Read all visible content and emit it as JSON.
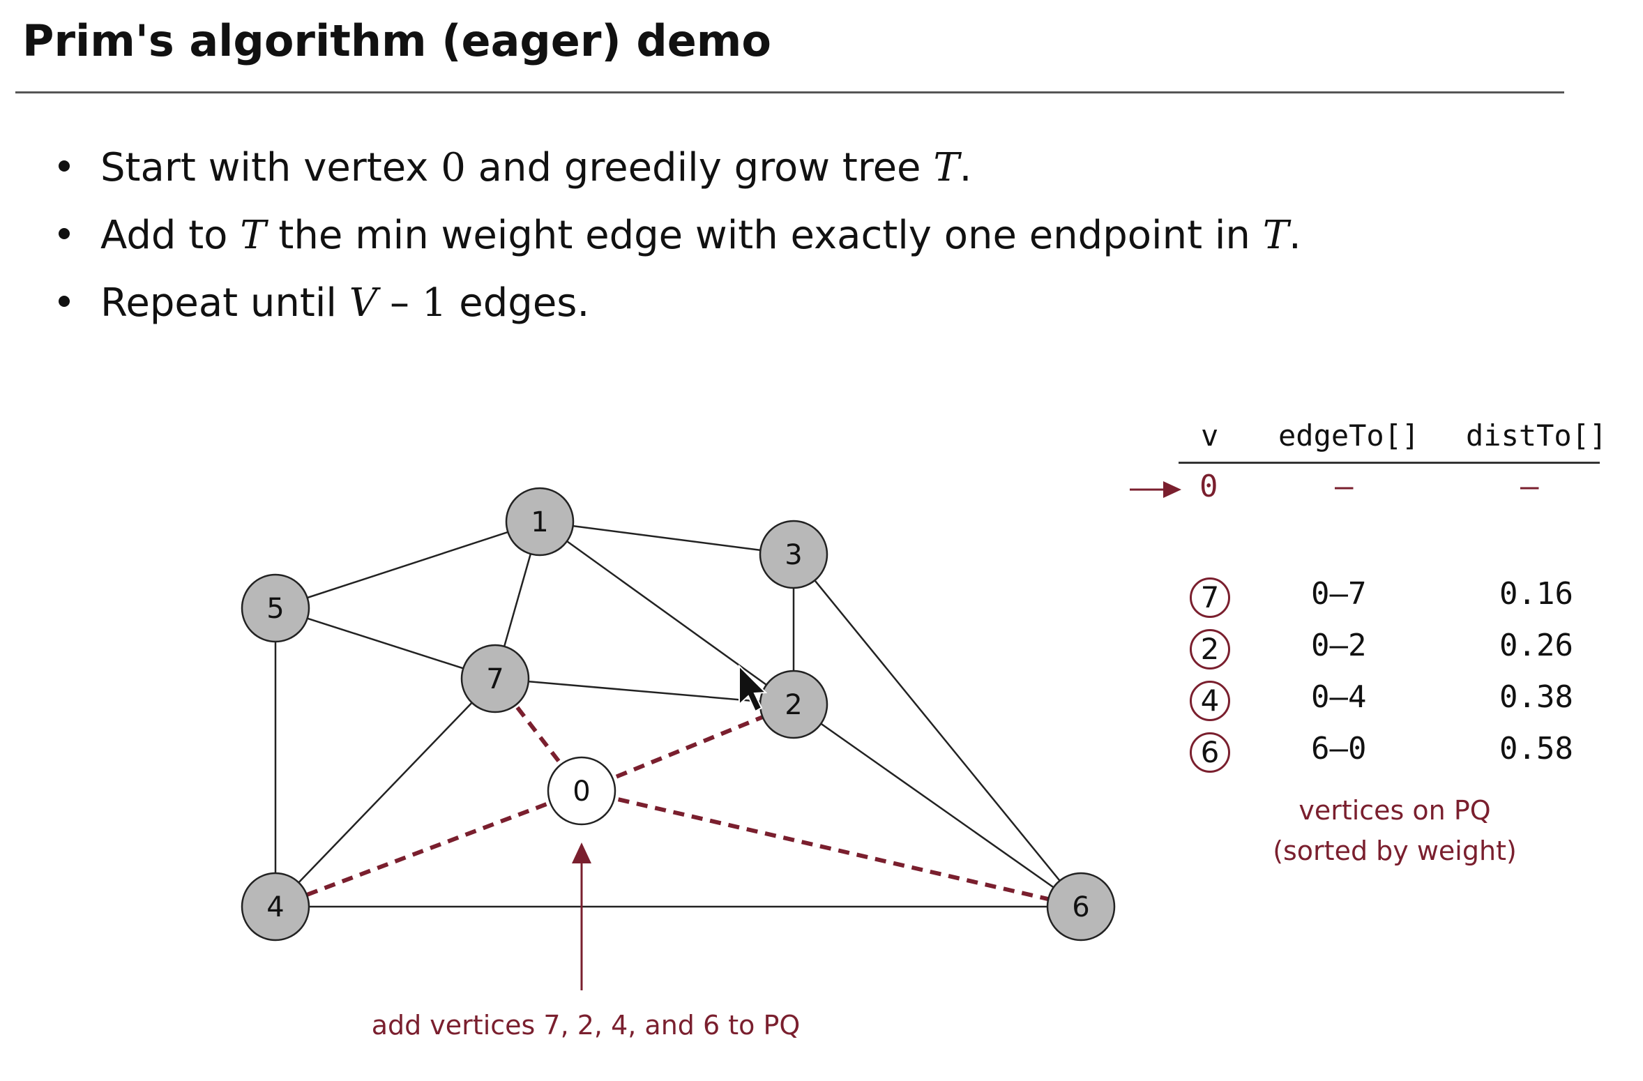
{
  "title": "Prim's algorithm (eager) demo",
  "bullets": [
    {
      "before": "Start with vertex ",
      "m1": "0",
      "mid": " and greedily grow tree ",
      "m2": "T",
      "after": "."
    },
    {
      "before": "Add to ",
      "m1": "T",
      "mid": " the min weight edge with exactly one endpoint in ",
      "m2": "T",
      "after": "."
    },
    {
      "before": "Repeat until ",
      "m1": "V",
      "mid": " – ",
      "m2": "1",
      "after": " edges."
    }
  ],
  "graph": {
    "vertices": [
      {
        "id": "0",
        "label": "0",
        "state": "current"
      },
      {
        "id": "1",
        "label": "1",
        "state": "unvisited"
      },
      {
        "id": "2",
        "label": "2",
        "state": "unvisited"
      },
      {
        "id": "3",
        "label": "3",
        "state": "unvisited"
      },
      {
        "id": "4",
        "label": "4",
        "state": "unvisited"
      },
      {
        "id": "5",
        "label": "5",
        "state": "unvisited"
      },
      {
        "id": "6",
        "label": "6",
        "state": "unvisited"
      },
      {
        "id": "7",
        "label": "7",
        "state": "unvisited"
      }
    ],
    "edges": [
      {
        "from": "5",
        "to": "1",
        "style": "solid"
      },
      {
        "from": "1",
        "to": "3",
        "style": "solid"
      },
      {
        "from": "1",
        "to": "7",
        "style": "solid"
      },
      {
        "from": "1",
        "to": "2",
        "style": "solid"
      },
      {
        "from": "5",
        "to": "7",
        "style": "solid"
      },
      {
        "from": "5",
        "to": "4",
        "style": "solid"
      },
      {
        "from": "3",
        "to": "2",
        "style": "solid"
      },
      {
        "from": "3",
        "to": "6",
        "style": "solid"
      },
      {
        "from": "7",
        "to": "2",
        "style": "solid"
      },
      {
        "from": "7",
        "to": "4",
        "style": "solid"
      },
      {
        "from": "2",
        "to": "6",
        "style": "solid"
      },
      {
        "from": "4",
        "to": "6",
        "style": "solid"
      },
      {
        "from": "0",
        "to": "7",
        "style": "dashed"
      },
      {
        "from": "0",
        "to": "2",
        "style": "dashed"
      },
      {
        "from": "0",
        "to": "4",
        "style": "dashed"
      },
      {
        "from": "0",
        "to": "6",
        "style": "dashed"
      }
    ],
    "annotation": "add vertices 7, 2, 4, and 6 to PQ"
  },
  "table": {
    "headers": [
      "v",
      "edgeTo[]",
      "distTo[]"
    ],
    "current_row": {
      "v": "0",
      "edgeTo": "–",
      "distTo": "–"
    },
    "pq_rows": [
      {
        "v": "7",
        "edgeTo": "0–7",
        "distTo": "0.16"
      },
      {
        "v": "2",
        "edgeTo": "0–2",
        "distTo": "0.26"
      },
      {
        "v": "4",
        "edgeTo": "0–4",
        "distTo": "0.38"
      },
      {
        "v": "6",
        "edgeTo": "6–0",
        "distTo": "0.58"
      }
    ],
    "pq_note_line1": "vertices on PQ",
    "pq_note_line2": "(sorted by weight)"
  },
  "colors": {
    "accent": "#7a1f2e",
    "vertex_fill": "#b8b8b8",
    "vertex_current_fill": "#ffffff",
    "edge": "#222222"
  }
}
